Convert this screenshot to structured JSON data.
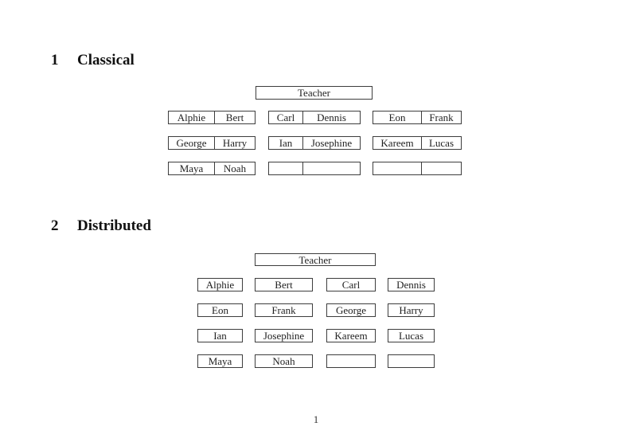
{
  "classical": {
    "number": "1",
    "title": "Classical",
    "teacher": "Teacher",
    "rows": [
      [
        [
          "Alphie",
          "Bert"
        ],
        [
          "Carl",
          "Dennis"
        ],
        [
          "Eon",
          "Frank"
        ]
      ],
      [
        [
          "George",
          "Harry"
        ],
        [
          "Ian",
          "Josephine"
        ],
        [
          "Kareem",
          "Lucas"
        ]
      ],
      [
        [
          "Maya",
          "Noah"
        ],
        [
          "",
          ""
        ],
        [
          "",
          ""
        ]
      ]
    ]
  },
  "distributed": {
    "number": "2",
    "title": "Distributed",
    "teacher": "Teacher",
    "rows": [
      [
        "Alphie",
        "Bert",
        "Carl",
        "Dennis"
      ],
      [
        "Eon",
        "Frank",
        "George",
        "Harry"
      ],
      [
        "Ian",
        "Josephine",
        "Kareem",
        "Lucas"
      ],
      [
        "Maya",
        "Noah",
        "",
        ""
      ]
    ]
  },
  "footer": {
    "page_number": "1"
  },
  "colors": {
    "border": "#3d3d3d",
    "text": "#1f1f1f",
    "background": "#ffffff"
  }
}
